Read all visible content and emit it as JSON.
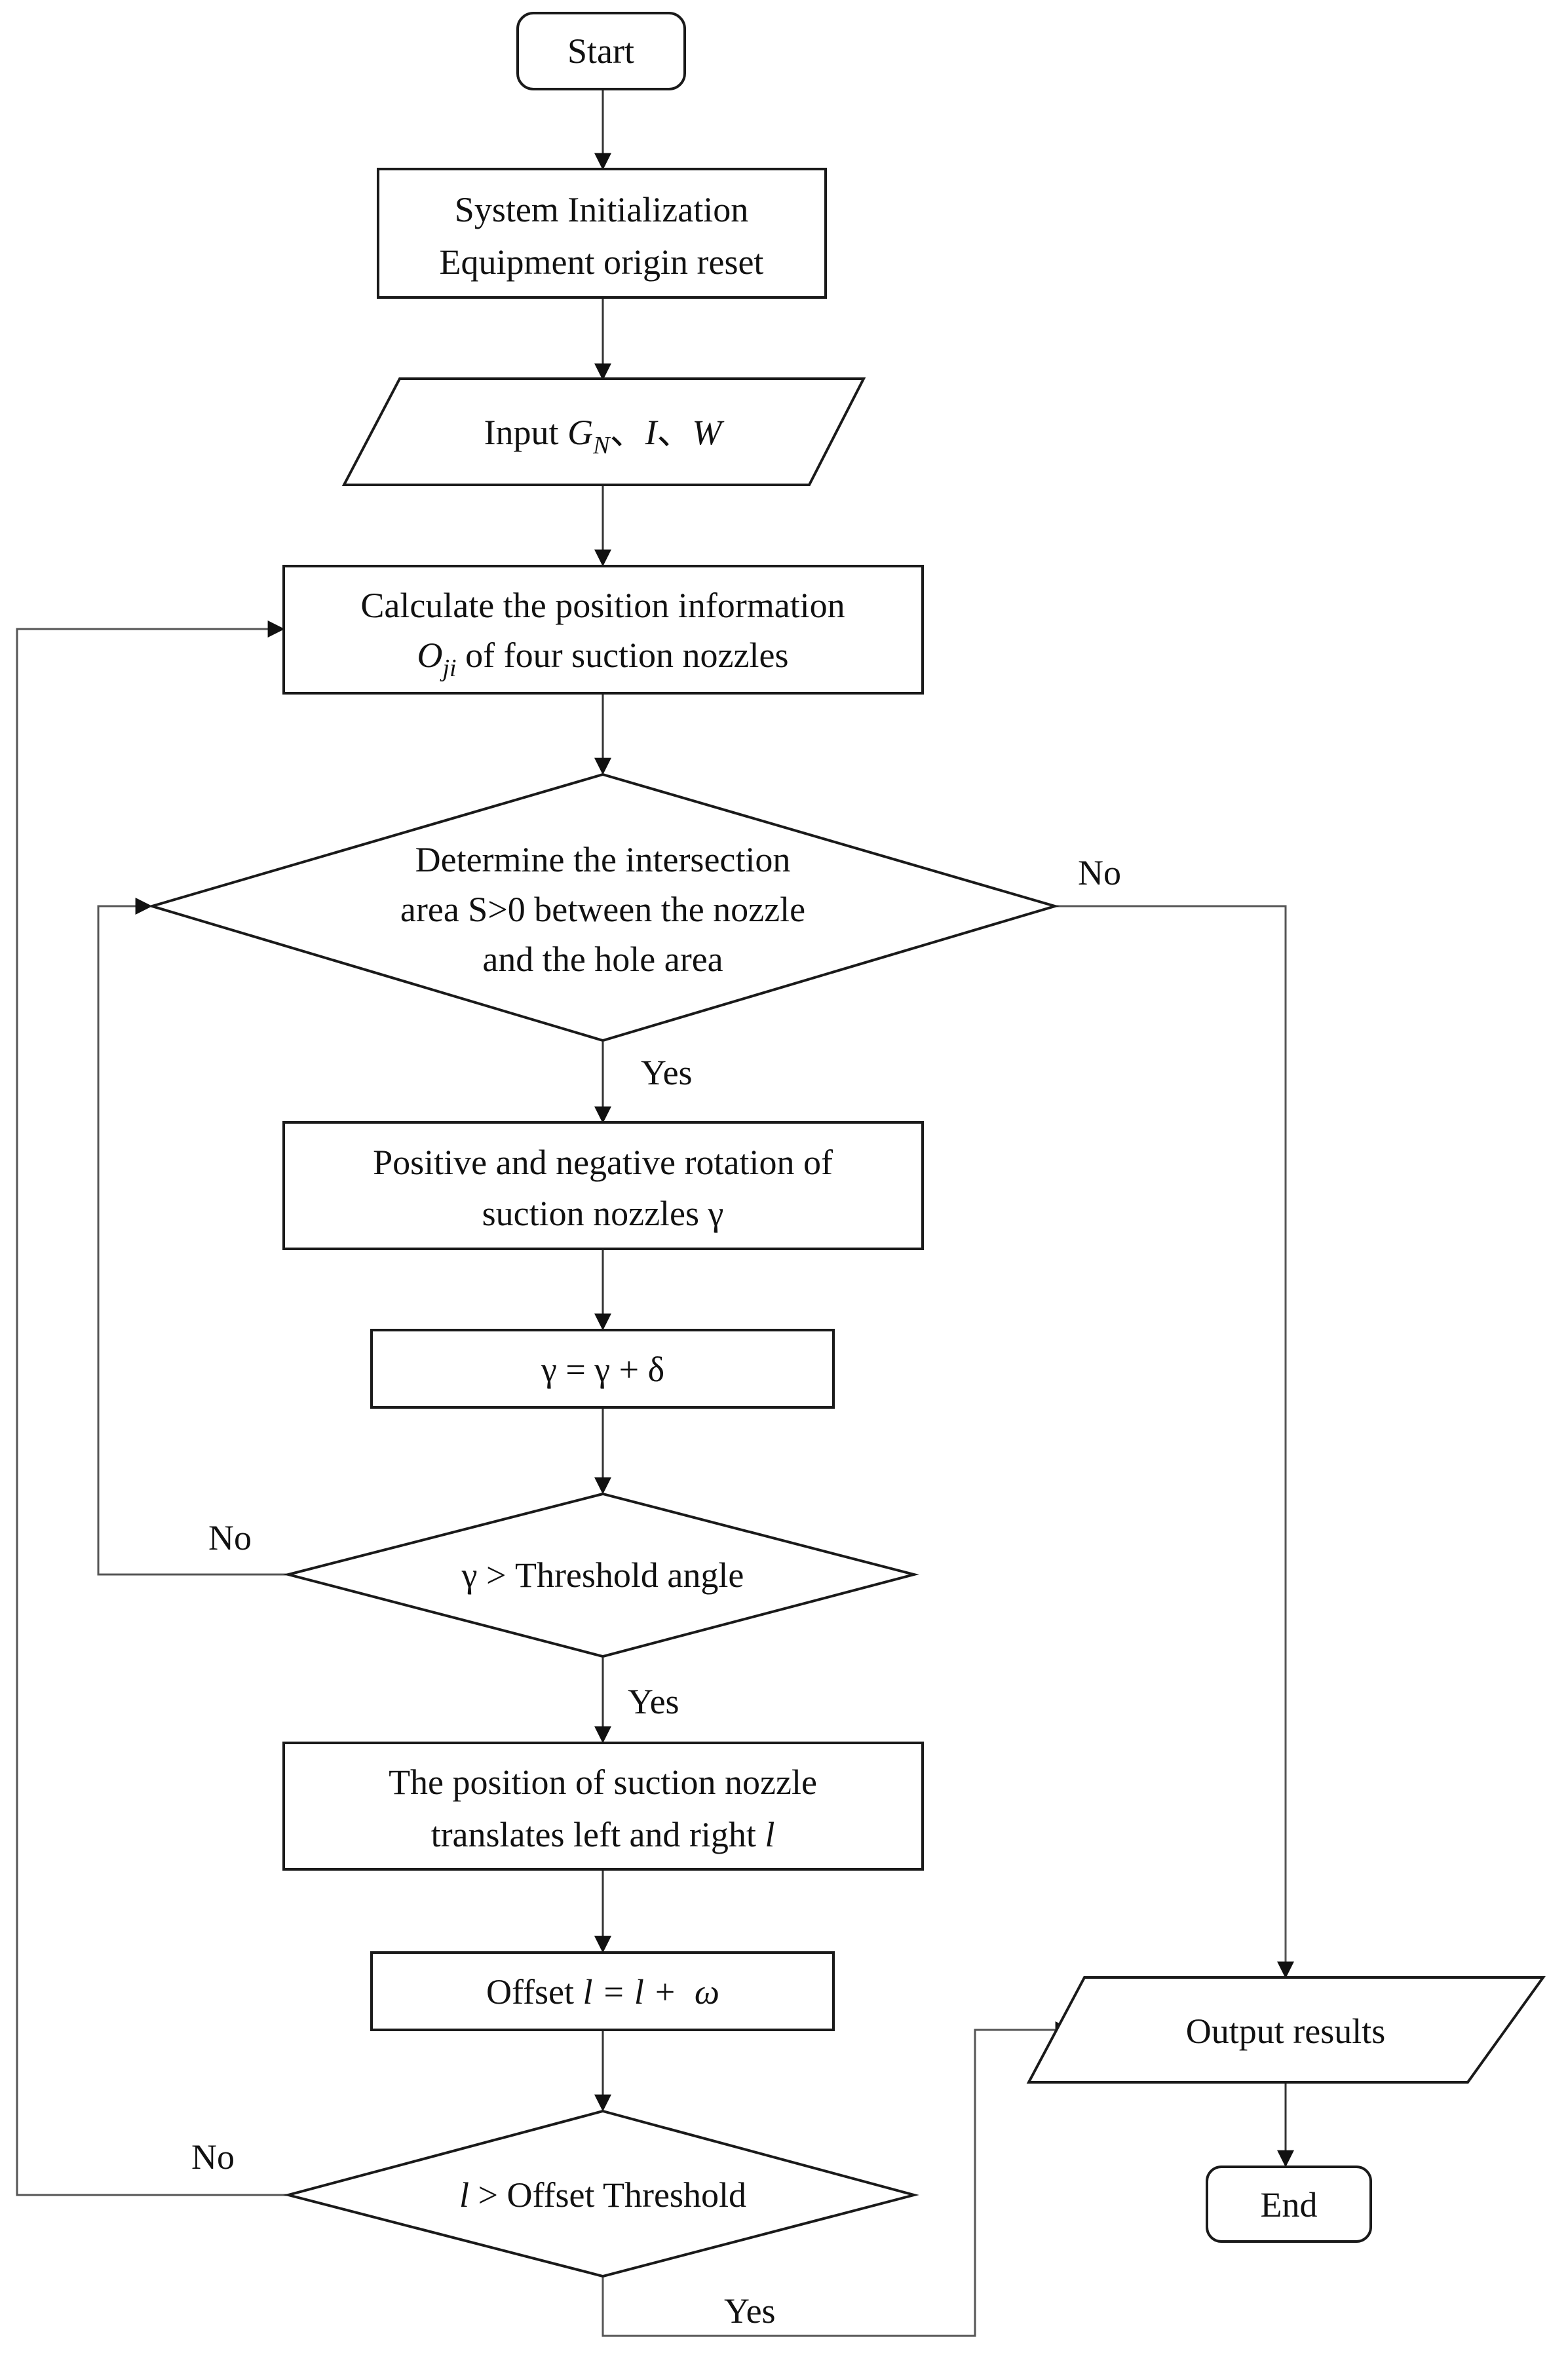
{
  "nodes": {
    "start": {
      "label": "Start"
    },
    "init": {
      "line1": "System Initialization",
      "line2": "Equipment origin reset"
    },
    "input": {
      "prefix": "Input ",
      "g": "G",
      "g_sub": "N",
      "sep1": "、",
      "i": "I",
      "sep2": "、",
      "w": "W"
    },
    "calc": {
      "line1": "Calculate the position information",
      "o": "O",
      "o_sub": "ji",
      "line2_rest": " of four suction nozzles"
    },
    "determine": {
      "line1": "Determine the intersection",
      "line2": "area S>0 between the nozzle",
      "line3": "and the hole area"
    },
    "rotation": {
      "line1": "Positive and negative rotation of",
      "line2": "suction nozzles γ"
    },
    "gamma_update": {
      "label": "γ = γ + δ"
    },
    "gamma_check": {
      "label": "γ > Threshold angle"
    },
    "translate": {
      "line1": "The position of suction nozzle",
      "line2_prefix": "translates left and right ",
      "l": "l"
    },
    "offset_update": {
      "prefix": "Offset ",
      "expr": "l = l +  ω"
    },
    "offset_check": {
      "l": "l",
      "rest": " > Offset Threshold"
    },
    "output": {
      "label": "Output results"
    },
    "end": {
      "label": "End"
    }
  },
  "edge_labels": {
    "determine_no": "No",
    "determine_yes": "Yes",
    "gamma_no": "No",
    "gamma_yes": "Yes",
    "offset_no": "No",
    "offset_yes": "Yes"
  }
}
